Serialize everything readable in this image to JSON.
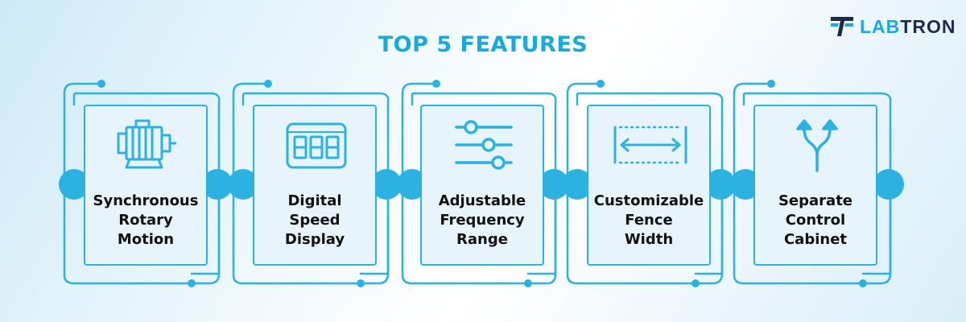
{
  "header": {
    "title": "TOP 5 FEATURES",
    "logo_text_first": "LAB",
    "logo_text_rest": "TRON"
  },
  "colors": {
    "accent": "#2bb2e1",
    "dark": "#1b2b4b",
    "text": "#111111"
  },
  "features": [
    {
      "icon": "motor-icon",
      "lines": [
        "Synchronous",
        "Rotary",
        "Motion"
      ]
    },
    {
      "icon": "digital-display-icon",
      "lines": [
        "Digital",
        "Speed",
        "Display"
      ]
    },
    {
      "icon": "sliders-icon",
      "lines": [
        "Adjustable",
        "Frequency",
        "Range"
      ]
    },
    {
      "icon": "width-arrows-icon",
      "lines": [
        "Customizable",
        "Fence",
        "Width"
      ]
    },
    {
      "icon": "split-arrows-icon",
      "lines": [
        "Separate",
        "Control",
        "Cabinet"
      ]
    }
  ]
}
